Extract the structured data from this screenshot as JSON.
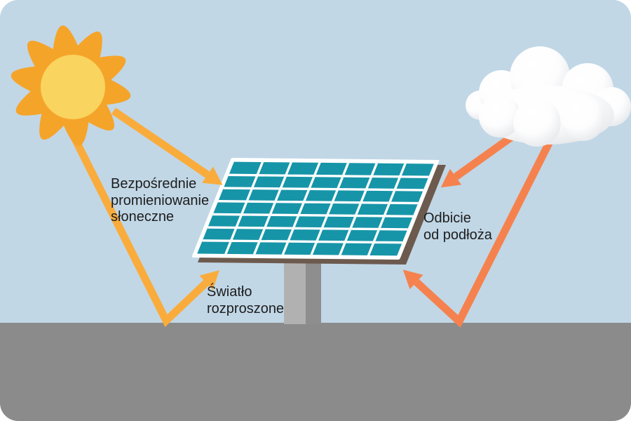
{
  "diagram": {
    "labels": {
      "direct_radiation": "Bezpośrednie\npromieniowanie\nsłoneczne",
      "scattered_light": "Światło\nrozproszone",
      "ground_reflection": "Odbicie\nod podłoża"
    },
    "colors": {
      "sky": "#c1d7e6",
      "ground": "#8b8b8b",
      "sun_body": "#f5a42a",
      "sun_core": "#f9d45e",
      "sun_ray": "#f9ac3c",
      "cloud_ray": "#f5824e",
      "cloud": "#ffffff",
      "panel_cell": "#1795a8",
      "panel_frame": "#ffffff",
      "panel_grid": "#ffffff",
      "panel_edge": "#6d5a4e",
      "pole_light": "#b1b1b1",
      "pole_dark": "#8e8e8e",
      "text": "#1d1d1d"
    }
  }
}
